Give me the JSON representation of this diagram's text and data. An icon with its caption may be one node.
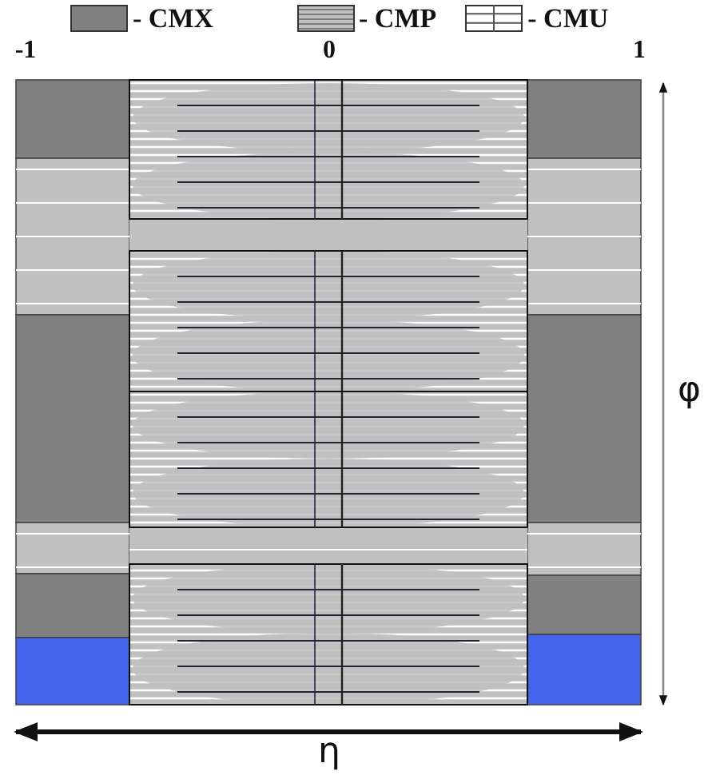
{
  "diagram": {
    "labels": [
      "-1",
      "0",
      "1",
      "φ",
      "η"
    ],
    "legend": [
      {
        "text": "- CMX",
        "color": "#808080"
      },
      {
        "text": "- CMP"
      },
      {
        "text": "- CMU"
      }
    ]
  }
}
